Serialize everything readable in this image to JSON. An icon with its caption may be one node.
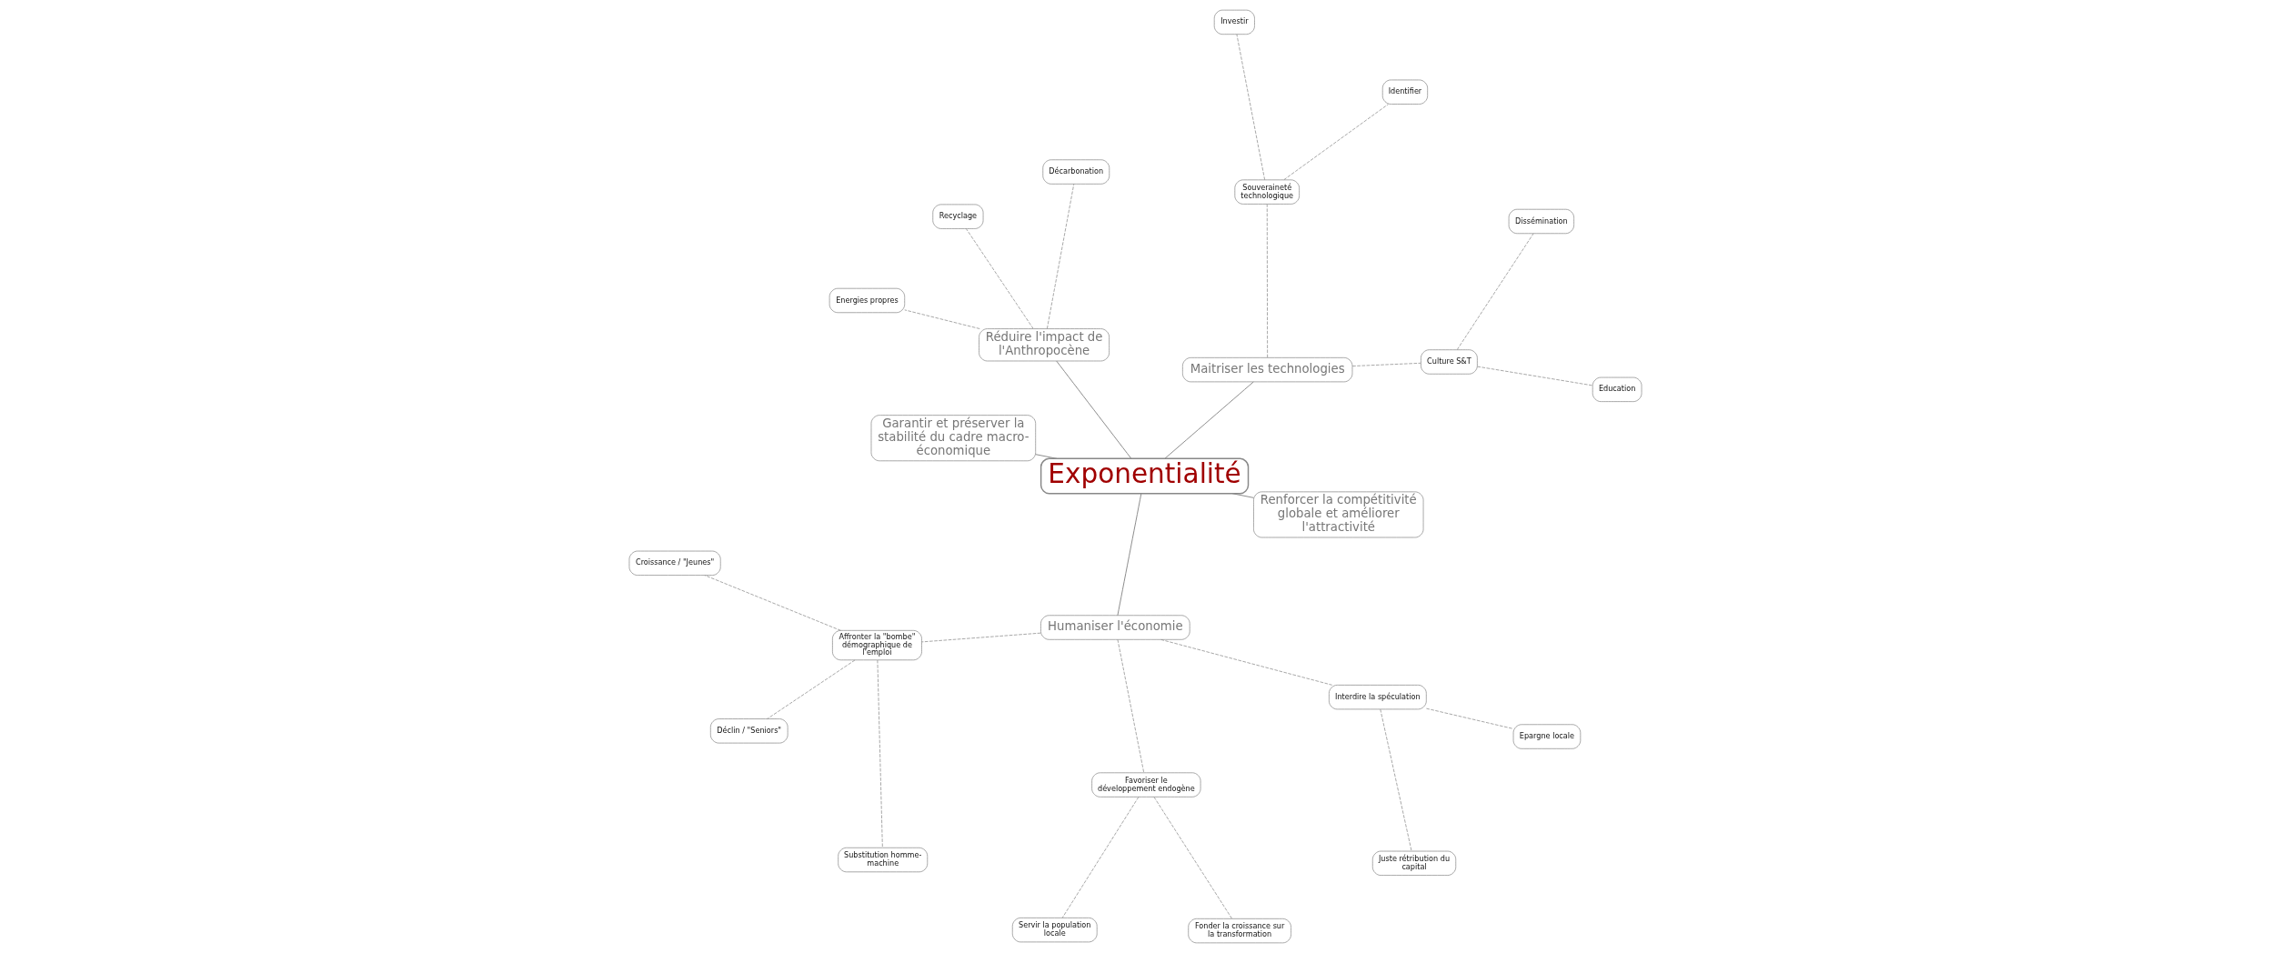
{
  "diagram": {
    "nodes": [
      {
        "text": [
          "Exponentialité"
        ]
      },
      {
        "text": [
          "Maitriser les technologies"
        ]
      },
      {
        "text": [
          "Culture S&T"
        ]
      },
      {
        "text": [
          "Education"
        ]
      },
      {
        "text": [
          "Dissémination"
        ]
      },
      {
        "text": [
          "Souveraineté technologique"
        ]
      },
      {
        "text": [
          "Identifier"
        ]
      },
      {
        "text": [
          "Investir"
        ]
      },
      {
        "text": [
          "Réduire l'impact de l'Anthropocène"
        ]
      },
      {
        "text": [
          "Décarbonation"
        ]
      },
      {
        "text": [
          "Recyclage"
        ]
      },
      {
        "text": [
          "Energies propres"
        ]
      },
      {
        "text": [
          "Garantir et préserver la stabilité du cadre macro-économique"
        ]
      },
      {
        "text": [
          "Humaniser l'économie"
        ]
      },
      {
        "text": [
          "Affronter la \"bombe\" démographique de l'emploi"
        ]
      },
      {
        "text": [
          "Croissance / \"Jeunes\""
        ]
      },
      {
        "text": [
          "Déclin / \"Seniors\""
        ]
      },
      {
        "text": [
          "Substitution homme-machine"
        ]
      },
      {
        "text": [
          "Favoriser le développement endogène"
        ]
      },
      {
        "text": [
          "Servir la population locale"
        ]
      },
      {
        "text": [
          "Fonder la croissance sur la transformation"
        ]
      },
      {
        "text": [
          "Interdire la spéculation"
        ]
      },
      {
        "text": [
          "Juste rétribution du capital"
        ]
      },
      {
        "text": [
          "Epargne locale"
        ]
      },
      {
        "text": [
          "Renforcer la compétitivité globale et améliorer l'attractivité"
        ]
      }
    ],
    "edges": [
      {
        "from": 0,
        "to": 1,
        "arrow": "none"
      },
      {
        "from": 1,
        "to": 2,
        "arrow": "none",
        "style": "dashed"
      },
      {
        "from": 2,
        "to": 3,
        "arrow": "none",
        "style": "dashed"
      },
      {
        "from": 2,
        "to": 4,
        "arrow": "none",
        "style": "dashed"
      },
      {
        "from": 1,
        "to": 5,
        "arrow": "none",
        "style": "dashed"
      },
      {
        "from": 5,
        "to": 6,
        "arrow": "none",
        "style": "dashed"
      },
      {
        "from": 5,
        "to": 7,
        "arrow": "none",
        "style": "dashed"
      },
      {
        "from": 0,
        "to": 8,
        "arrow": "none"
      },
      {
        "from": 8,
        "to": 9,
        "arrow": "none",
        "style": "dashed"
      },
      {
        "from": 8,
        "to": 10,
        "arrow": "none",
        "style": "dashed"
      },
      {
        "from": 8,
        "to": 11,
        "arrow": "none",
        "style": "dashed"
      },
      {
        "from": 0,
        "to": 12,
        "arrow": "none"
      },
      {
        "from": 0,
        "to": 13,
        "arrow": "none"
      },
      {
        "from": 13,
        "to": 14,
        "arrow": "none",
        "style": "dashed"
      },
      {
        "from": 14,
        "to": 15,
        "arrow": "none",
        "style": "dashed"
      },
      {
        "from": 14,
        "to": 16,
        "arrow": "none",
        "style": "dashed"
      },
      {
        "from": 14,
        "to": 17,
        "arrow": "none",
        "style": "dashed"
      },
      {
        "from": 13,
        "to": 18,
        "arrow": "none",
        "style": "dashed"
      },
      {
        "from": 18,
        "to": 19,
        "arrow": "none",
        "style": "dashed"
      },
      {
        "from": 18,
        "to": 20,
        "arrow": "none",
        "style": "dashed"
      },
      {
        "from": 13,
        "to": 21,
        "arrow": "none",
        "style": "dashed"
      },
      {
        "from": 21,
        "to": 22,
        "arrow": "none",
        "style": "dashed"
      },
      {
        "from": 21,
        "to": 23,
        "arrow": "none",
        "style": "dashed"
      },
      {
        "from": 0,
        "to": 24,
        "arrow": "none"
      }
    ]
  }
}
